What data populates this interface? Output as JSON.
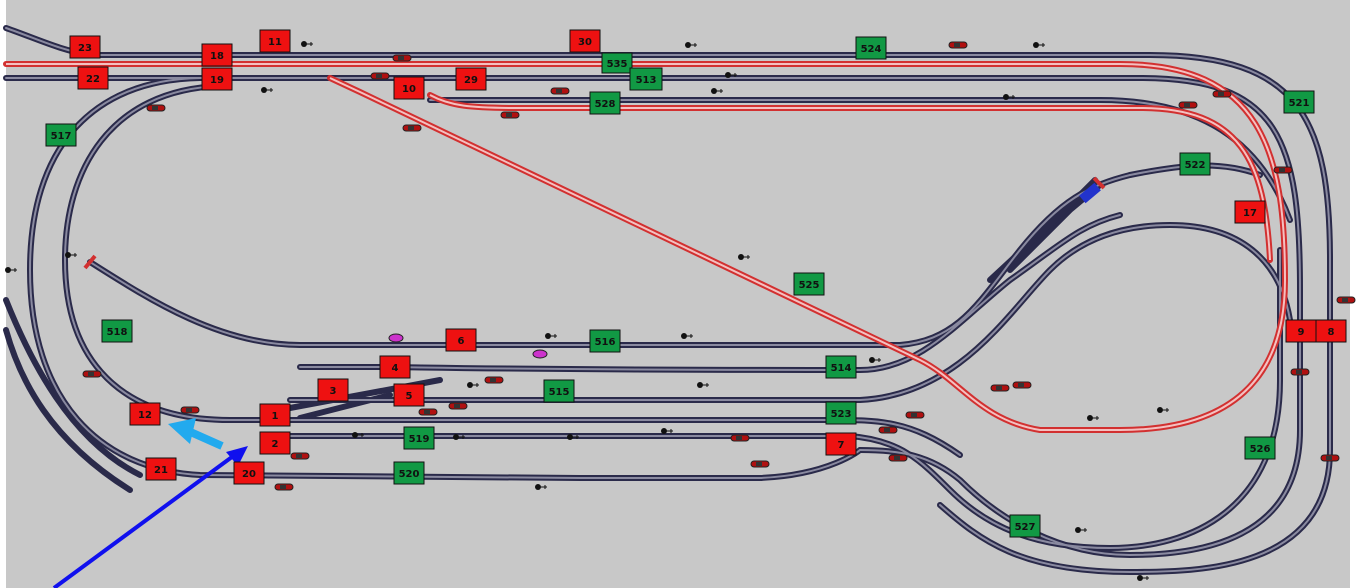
{
  "colors": {
    "background": "#c8c8c8",
    "track_outer": "#2a2a4a",
    "track_inner": "#8a8aa0",
    "route_red": "#d23030",
    "block_occupied": "#ee1111",
    "block_free": "#119944",
    "annotation_arrow_dark": "#1010ee",
    "annotation_arrow_light": "#22aaee"
  },
  "blocks": [
    {
      "id": "b23",
      "label": "23",
      "state": "occupied"
    },
    {
      "id": "b22",
      "label": "22",
      "state": "occupied"
    },
    {
      "id": "b18",
      "label": "18",
      "state": "occupied"
    },
    {
      "id": "b19",
      "label": "19",
      "state": "occupied"
    },
    {
      "id": "b11",
      "label": "11",
      "state": "occupied"
    },
    {
      "id": "b30",
      "label": "30",
      "state": "occupied"
    },
    {
      "id": "b535",
      "label": "535",
      "state": "free"
    },
    {
      "id": "b513",
      "label": "513",
      "state": "free"
    },
    {
      "id": "b524",
      "label": "524",
      "state": "free"
    },
    {
      "id": "b10",
      "label": "10",
      "state": "occupied"
    },
    {
      "id": "b29",
      "label": "29",
      "state": "occupied"
    },
    {
      "id": "b528",
      "label": "528",
      "state": "free"
    },
    {
      "id": "b521",
      "label": "521",
      "state": "free"
    },
    {
      "id": "b517",
      "label": "517",
      "state": "free"
    },
    {
      "id": "b522",
      "label": "522",
      "state": "free"
    },
    {
      "id": "b17",
      "label": "17",
      "state": "occupied"
    },
    {
      "id": "b525",
      "label": "525",
      "state": "free"
    },
    {
      "id": "b518",
      "label": "518",
      "state": "free"
    },
    {
      "id": "b6",
      "label": "6",
      "state": "occupied"
    },
    {
      "id": "b516",
      "label": "516",
      "state": "free"
    },
    {
      "id": "b9",
      "label": "9",
      "state": "occupied"
    },
    {
      "id": "b8",
      "label": "8",
      "state": "occupied"
    },
    {
      "id": "b4",
      "label": "4",
      "state": "occupied"
    },
    {
      "id": "b514",
      "label": "514",
      "state": "free"
    },
    {
      "id": "b3",
      "label": "3",
      "state": "occupied"
    },
    {
      "id": "b5",
      "label": "5",
      "state": "occupied"
    },
    {
      "id": "b515",
      "label": "515",
      "state": "free"
    },
    {
      "id": "b12",
      "label": "12",
      "state": "occupied"
    },
    {
      "id": "b1",
      "label": "1",
      "state": "occupied"
    },
    {
      "id": "b523",
      "label": "523",
      "state": "free"
    },
    {
      "id": "b2",
      "label": "2",
      "state": "occupied"
    },
    {
      "id": "b519",
      "label": "519",
      "state": "free"
    },
    {
      "id": "b7",
      "label": "7",
      "state": "occupied"
    },
    {
      "id": "b526",
      "label": "526",
      "state": "free"
    },
    {
      "id": "b21",
      "label": "21",
      "state": "occupied"
    },
    {
      "id": "b20",
      "label": "20",
      "state": "occupied"
    },
    {
      "id": "b520",
      "label": "520",
      "state": "free"
    },
    {
      "id": "b527",
      "label": "527",
      "state": "free"
    }
  ]
}
